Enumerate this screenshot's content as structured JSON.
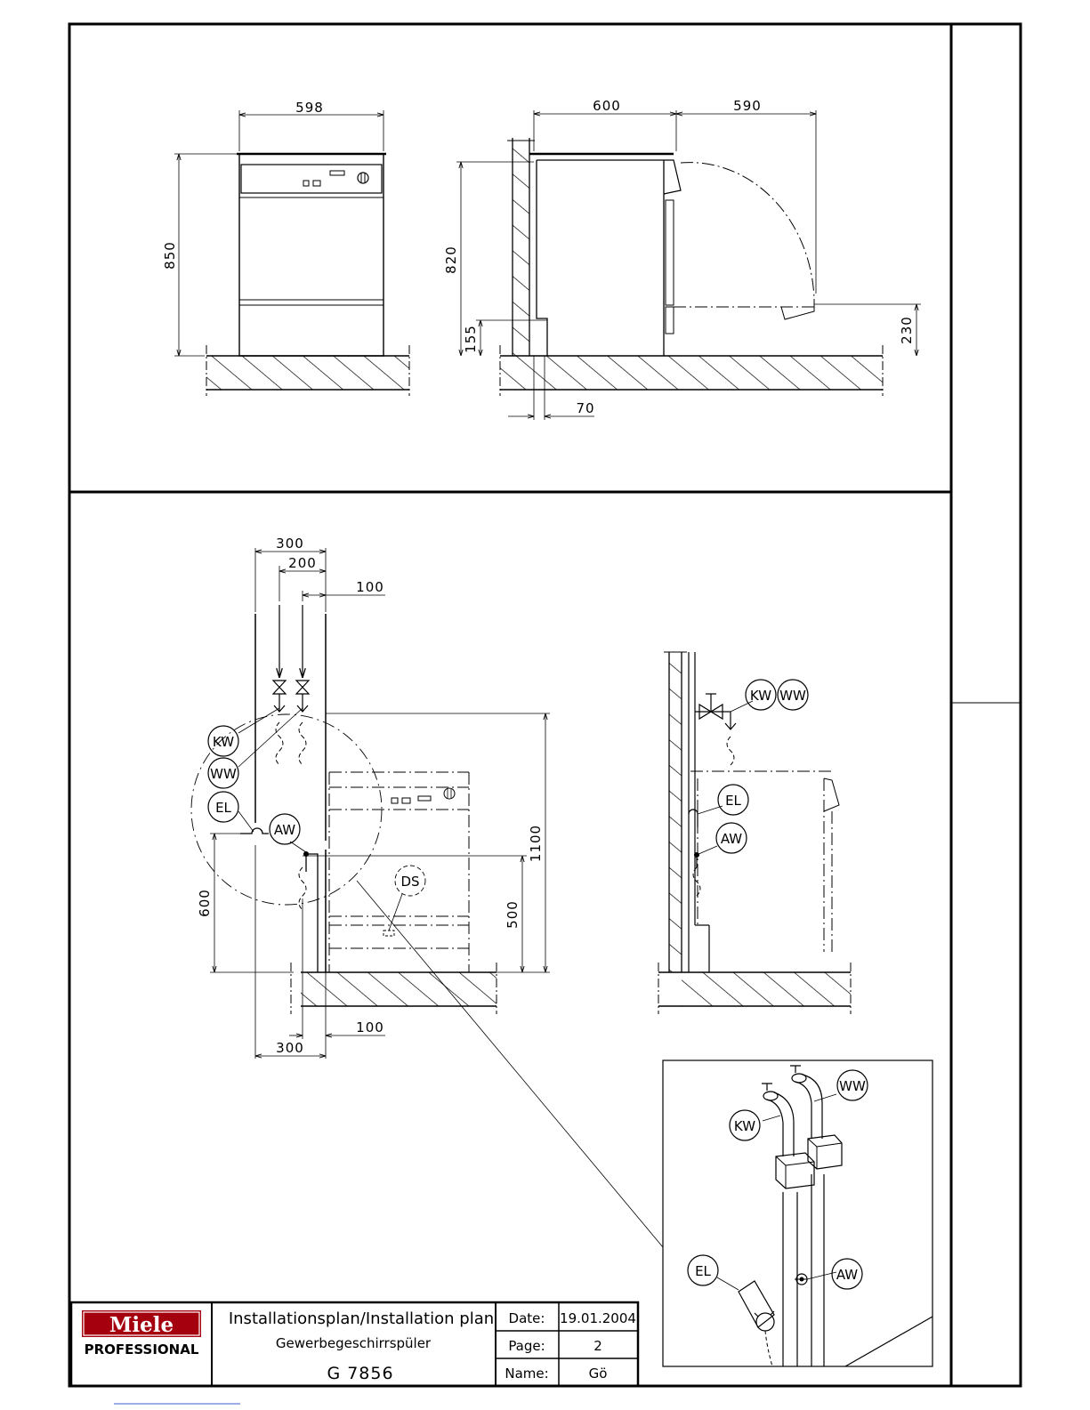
{
  "sheet": {
    "title_block": {
      "brand": "Miele",
      "brand_sub": "PROFESSIONAL",
      "title_line1": "Installationsplan/Installation plan",
      "title_line2": "Gewerbegeschirrspüler",
      "model": "G 7856",
      "date_label": "Date:",
      "date_value": "19.01.2004",
      "page_label": "Page:",
      "page_value": "2",
      "name_label": "Name:",
      "name_value": "Gö"
    },
    "front_view": {
      "width": "598",
      "height": "850"
    },
    "side_view": {
      "depth": "600",
      "door_open": "590",
      "height": "820",
      "plinth": "155",
      "door_height": "230",
      "wall_gap": "70"
    },
    "connection_front": {
      "d300_top": "300",
      "d200": "200",
      "d100_top": "100",
      "d1100": "1100",
      "d600": "600",
      "d500": "500",
      "d100_bottom": "100",
      "d300_bottom": "300",
      "kw": "KW",
      "ww": "WW",
      "el": "EL",
      "aw": "AW",
      "ds": "DS"
    },
    "connection_side": {
      "kw": "KW",
      "ww": "WW",
      "el": "EL",
      "aw": "AW"
    },
    "detail": {
      "kw": "KW",
      "ww": "WW",
      "el": "EL",
      "aw": "AW"
    }
  }
}
